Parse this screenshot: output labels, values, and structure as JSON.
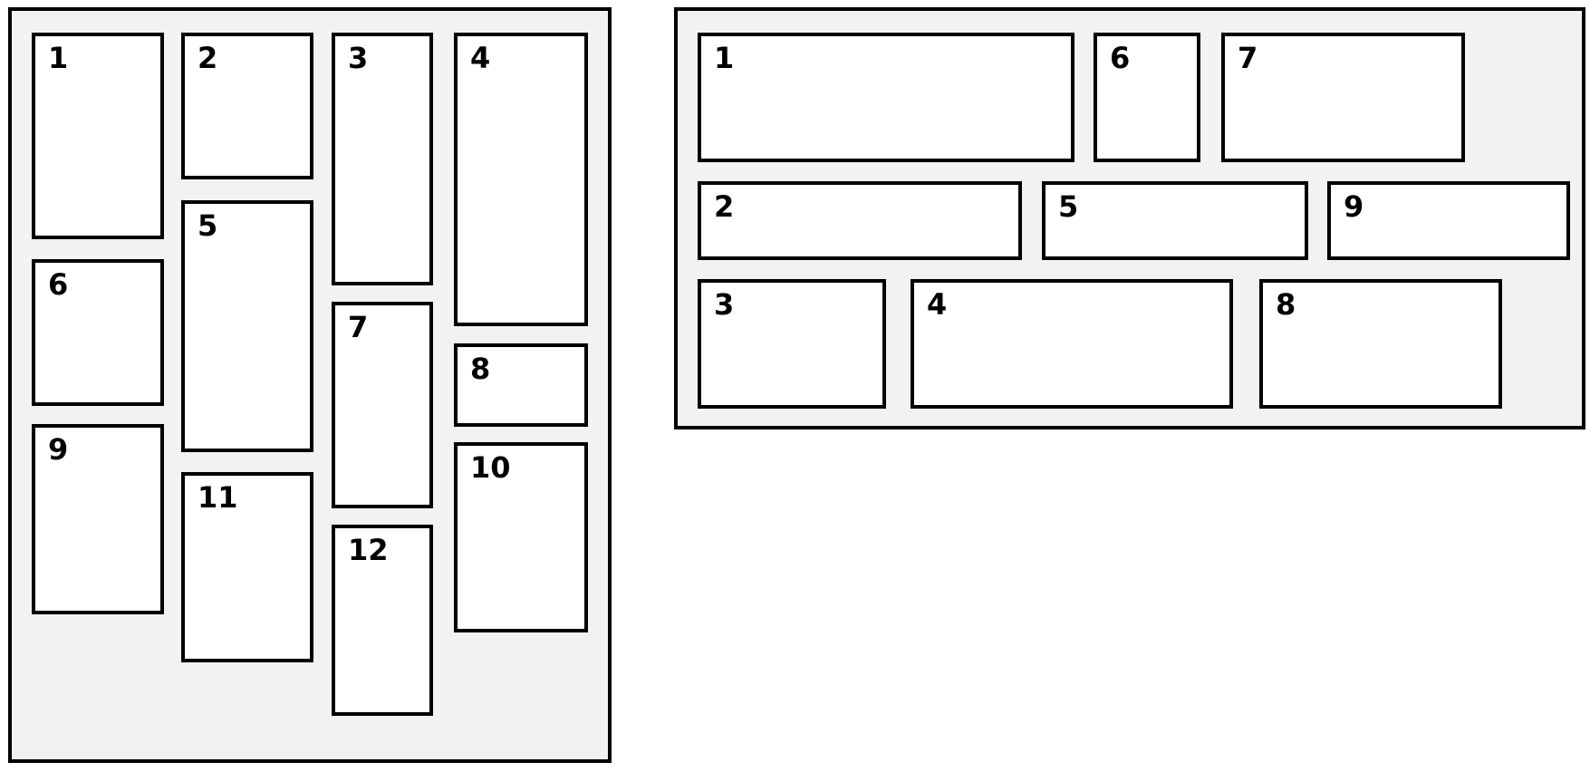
{
  "colors": {
    "panel_background": "#f2f2f2",
    "tile_background": "#ffffff",
    "border": "#000000"
  },
  "masonry_panel": {
    "tiles": [
      "1",
      "2",
      "3",
      "4",
      "5",
      "6",
      "7",
      "8",
      "9",
      "10",
      "11",
      "12"
    ]
  },
  "rows_panel": {
    "tiles": [
      "1",
      "2",
      "3",
      "4",
      "5",
      "6",
      "7",
      "8",
      "9"
    ]
  }
}
